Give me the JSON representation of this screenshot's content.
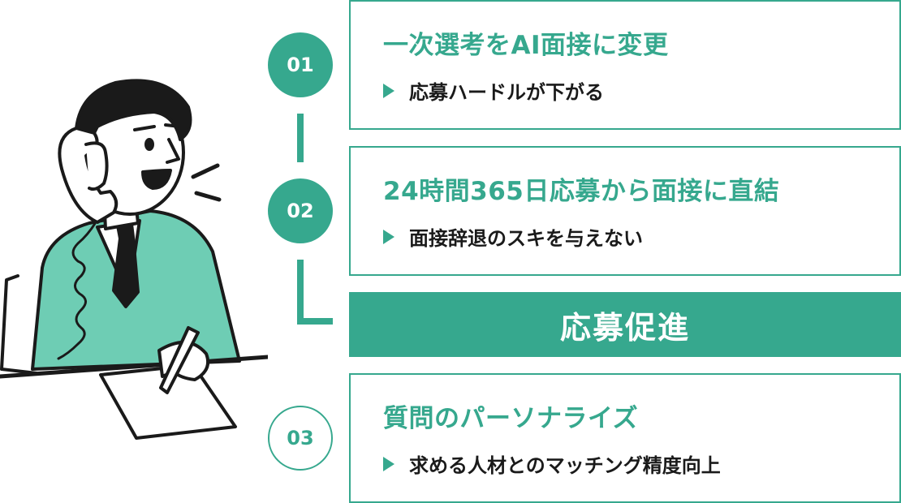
{
  "steps": [
    {
      "number": "01",
      "title": "一次選考をAI面接に変更",
      "subtitle": "応募ハードルが下がる"
    },
    {
      "number": "02",
      "title": "24時間365日応募から面接に直結",
      "subtitle": "面接辞退のスキを与えない"
    },
    {
      "number": "03",
      "title": "質問のパーソナライズ",
      "subtitle": "求める人材とのマッチング精度向上"
    }
  ],
  "result": {
    "label": "応募促進"
  },
  "colors": {
    "accent": "#36a88e",
    "suit": "#6ecdb4",
    "ink": "#1a1a1a"
  },
  "illustration": {
    "subject": "businessman-on-phone-icon"
  }
}
